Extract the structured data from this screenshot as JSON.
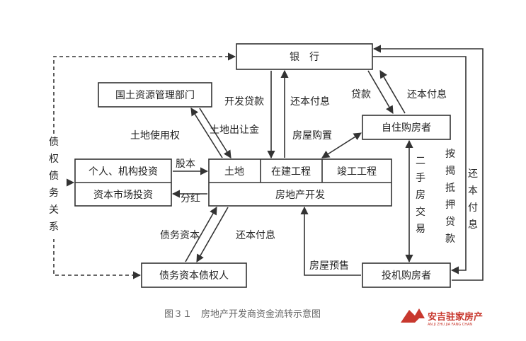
{
  "nodes": {
    "bank": "银　行",
    "land_dept": "国土资源管理部门",
    "investors": "个人、机构投资",
    "capital_market": "资本市场投资",
    "land": "土地",
    "in_construction": "在建工程",
    "completed": "竣工工程",
    "development": "房地产开发",
    "self_buyer": "自住购房者",
    "investor_buyer": "投机购房者",
    "creditor": "债务资本债权人"
  },
  "edges": {
    "dev_loan": "开发贷款",
    "repay_bank_dev": "还本付息",
    "loan": "贷款",
    "repay_bank_self": "还本付息",
    "land_use_right": "土地使用权",
    "land_transfer_fee": "土地出让金",
    "house_purchase": "房屋购置",
    "equity": "股本",
    "dividend": "分红",
    "debt_capital": "债务资本",
    "repay_creditor": "还本付息",
    "presale": "房屋预售",
    "second_hand": [
      "二",
      "手",
      "房",
      "交",
      "易"
    ],
    "mortgage": [
      "按",
      "揭",
      "抵",
      "押",
      "贷",
      "款"
    ],
    "repay_right": [
      "还",
      "本",
      "付",
      "息"
    ],
    "debt_relation": [
      "债",
      "权",
      "债",
      "务",
      "关",
      "系"
    ]
  },
  "caption": "图３１　房地产开发商资金流转示意图",
  "logo": {
    "name": "安吉驻家房产",
    "sub": "AN JI ZHU JIA FANG CHAN",
    "color": "#c8382e"
  }
}
